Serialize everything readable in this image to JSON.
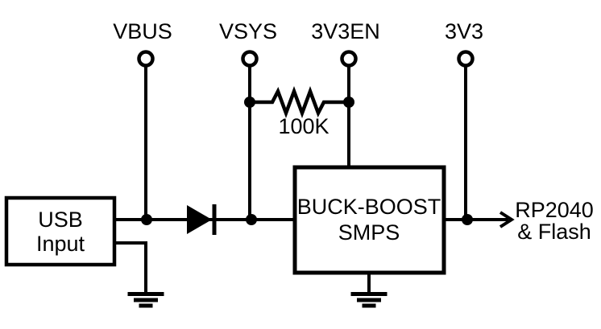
{
  "colors": {
    "ink": "#000000",
    "background": "#ffffff"
  },
  "terminals": [
    {
      "label": "VBUS"
    },
    {
      "label": "VSYS"
    },
    {
      "label": "3V3EN"
    },
    {
      "label": "3V3"
    }
  ],
  "resistor": {
    "value": "100K"
  },
  "usb_box": {
    "line1": "USB",
    "line2": "Input"
  },
  "smps_box": {
    "line1": "BUCK-BOOST",
    "line2": "SMPS"
  },
  "output": {
    "line1": "RP2040",
    "line2": "& Flash"
  }
}
